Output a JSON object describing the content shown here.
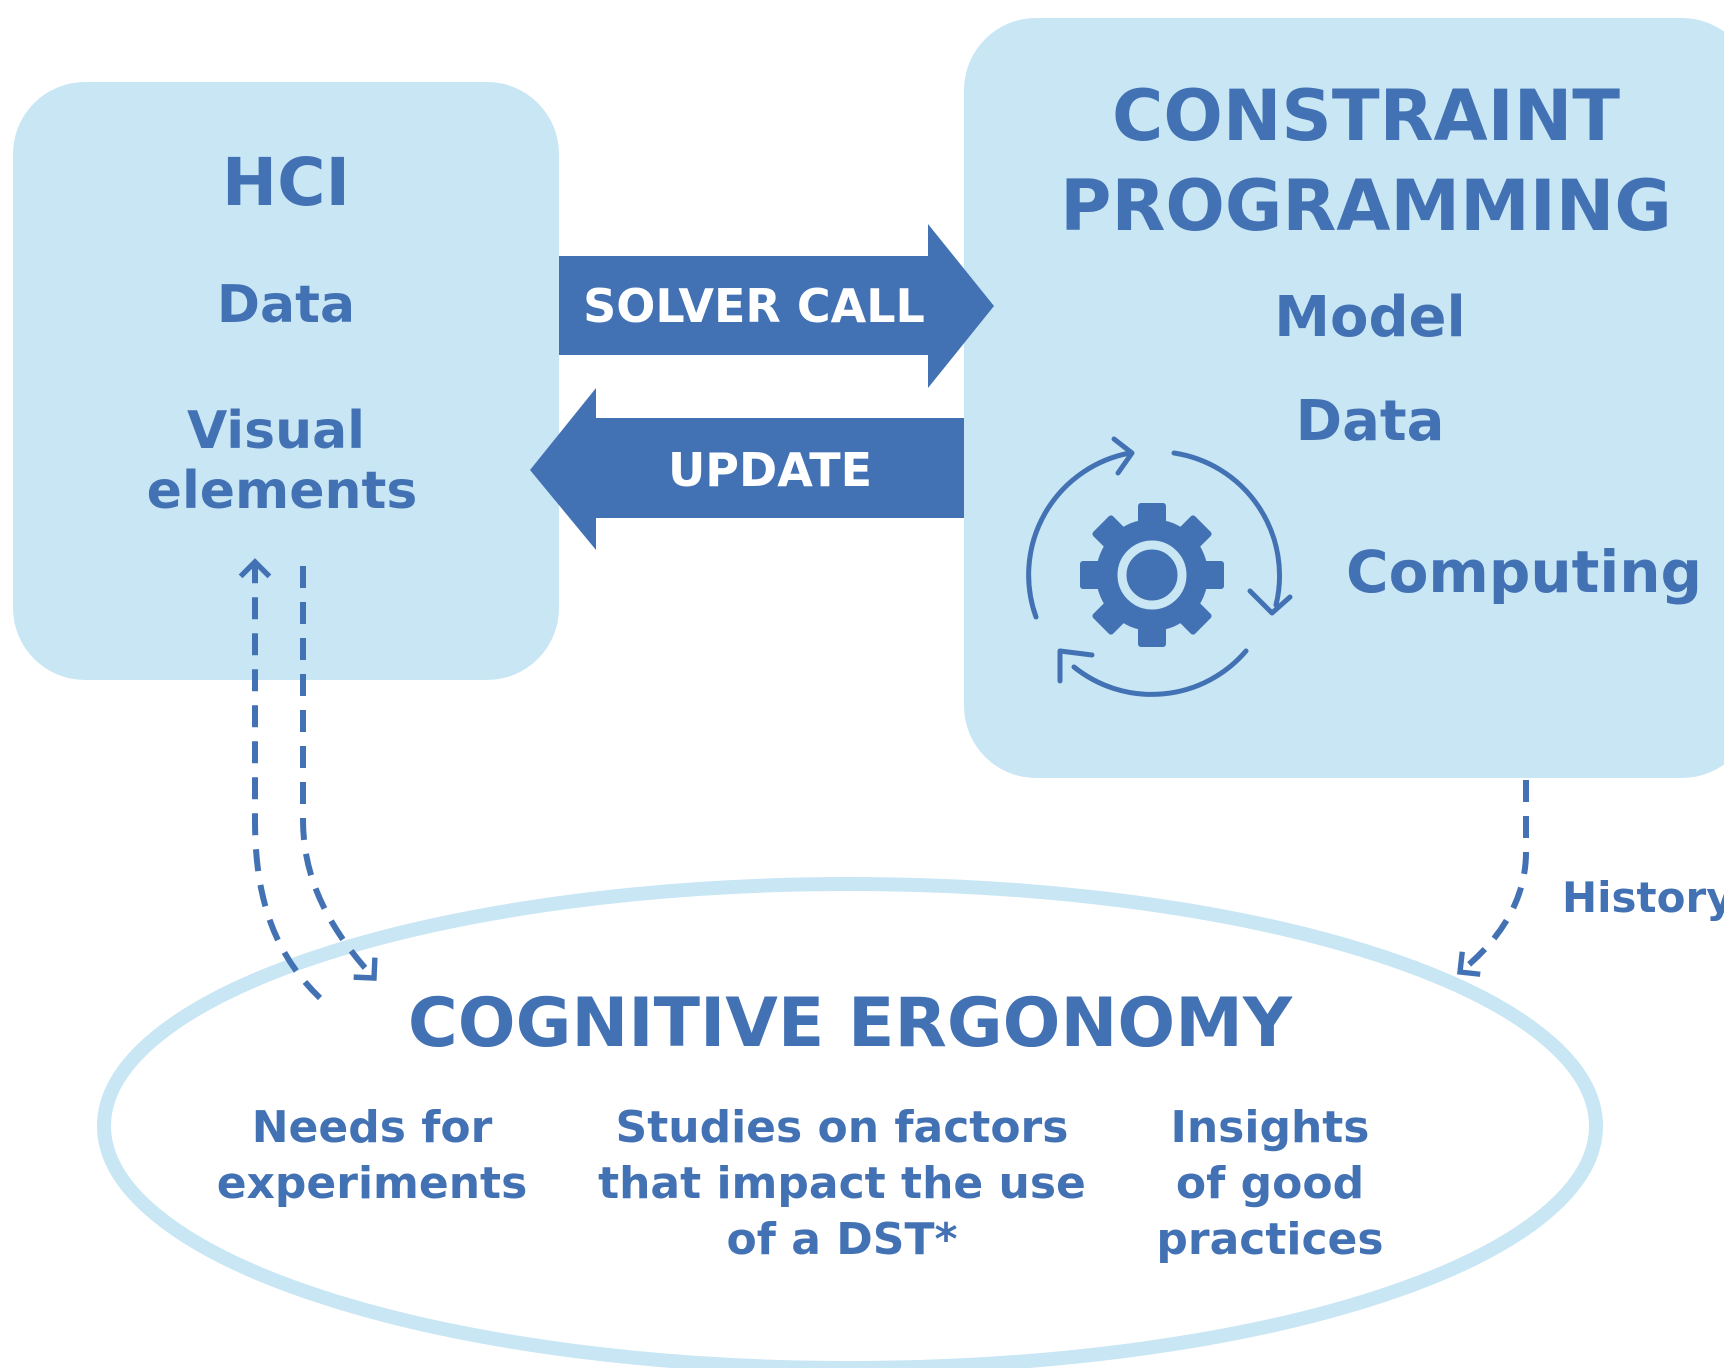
{
  "colors": {
    "box_fill": "#c8e6f4",
    "accent": "#4372b4",
    "ellipse_stroke": "#c8e6f4",
    "arrow_text": "#ffffff",
    "background": "#ffffff"
  },
  "hci": {
    "title": "HCI",
    "items": [
      "Data",
      "Visual",
      "elements"
    ]
  },
  "cp": {
    "title_line1": "CONSTRAINT",
    "title_line2": "PROGRAMMING",
    "items": [
      "Model",
      "Data",
      "Computing"
    ],
    "icon": "gear-cycle-icon"
  },
  "arrows": {
    "solver_call": "SOLVER CALL",
    "update": "UPDATE",
    "history": "History"
  },
  "cognitive": {
    "title": "COGNITIVE ERGONOMY",
    "col1": [
      "Needs for",
      "experiments"
    ],
    "col2": [
      "Studies on factors",
      "that impact the use",
      "of a DST*"
    ],
    "col3": [
      "Insights",
      "of good",
      "practices"
    ]
  }
}
